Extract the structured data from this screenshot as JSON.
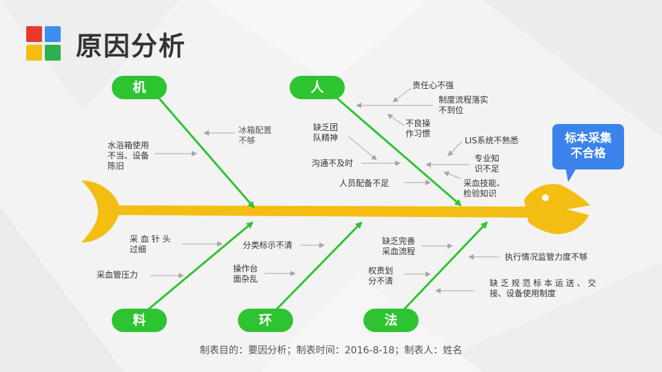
{
  "title": "原因分析",
  "result": [
    "标本采集",
    "不合格"
  ],
  "categories": {
    "ji": "机",
    "ren": "人",
    "liao": "料",
    "huan": "环",
    "fa": "法"
  },
  "causes": {
    "ji": [
      [
        "水浴箱使用",
        "不当、设备",
        "陈旧"
      ],
      [
        "冰箱配置",
        "不够"
      ]
    ],
    "ren": [
      [
        "责任心不强"
      ],
      [
        "制度流程落实",
        "不到位"
      ],
      [
        "不良操",
        "作习惯"
      ],
      [
        "缺乏团",
        "队精神"
      ],
      [
        "LIS系统不熟悉"
      ],
      [
        "沟通不及时"
      ],
      [
        "专业知",
        "识不足"
      ],
      [
        "人员配备不足"
      ],
      [
        "采血技能、",
        "检验知识"
      ]
    ],
    "liao": [
      [
        "采 血 针 头",
        "过细"
      ],
      [
        "采血管压力"
      ]
    ],
    "huan": [
      [
        "分类标示不清"
      ],
      [
        "操作台",
        "面杂乱"
      ]
    ],
    "fa": [
      [
        "缺乏完善",
        "采血流程"
      ],
      [
        "执行情况监管力度不够"
      ],
      [
        "权责划",
        "分不清"
      ],
      [
        "缺 乏 规 范 标 本 运 送 、 交",
        "接、设备使用制度"
      ]
    ]
  },
  "footer": "制表目的：要因分析；制表时间：2016-8-18；制表人：姓名",
  "colors": {
    "spine": "#f4bd12",
    "bone": "#2ec331",
    "category_bg": "#2ec331",
    "result_bg": "#3b83eb",
    "pointer": "#a6a6a6"
  }
}
